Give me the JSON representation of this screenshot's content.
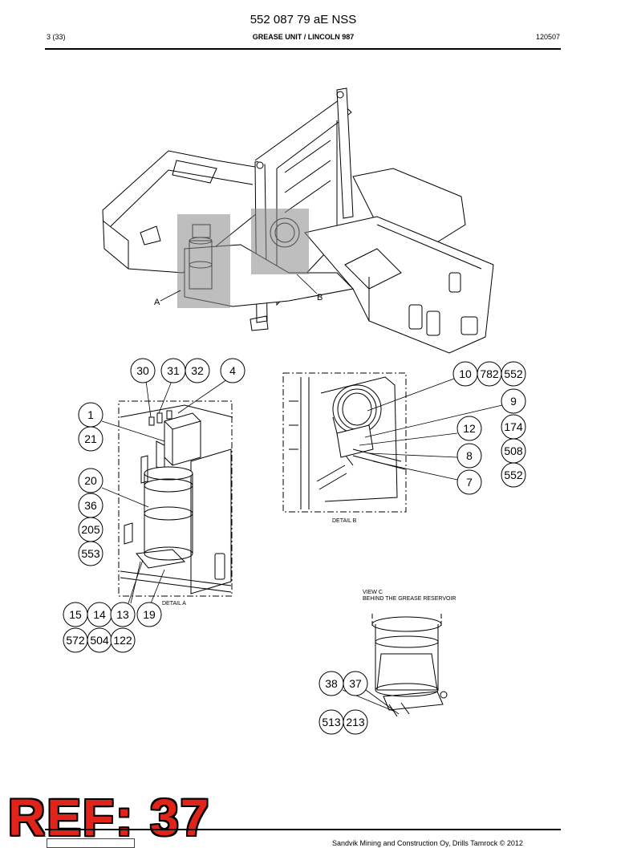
{
  "header": {
    "doc_number": "552 087 79 aE NSS",
    "page": "3 (33)",
    "title": "GREASE UNIT / LINCOLN 987",
    "date": "120507"
  },
  "overview": {
    "label_a": "A",
    "label_b": "B"
  },
  "detail_a": {
    "caption": "DETAIL A",
    "callouts": [
      "30",
      "31",
      "32",
      "4",
      "1",
      "21",
      "20",
      "36",
      "205",
      "553",
      "15",
      "14",
      "13",
      "19",
      "572",
      "504",
      "122"
    ]
  },
  "detail_b": {
    "caption": "DETAIL B",
    "callouts": [
      "10",
      "782",
      "552",
      "9",
      "174",
      "12",
      "508",
      "8",
      "552",
      "7"
    ]
  },
  "view_c": {
    "caption_line1": "VIEW C",
    "caption_line2": "BEHIND THE GREASE RESERVOIR",
    "callouts": [
      "38",
      "37",
      "513",
      "213"
    ]
  },
  "stamp": {
    "text": "REF: 37",
    "color": "#e2231a"
  },
  "footer": {
    "copyright": "Sandvik Mining and Construction Oy, Drills Tamrock © 2012"
  }
}
